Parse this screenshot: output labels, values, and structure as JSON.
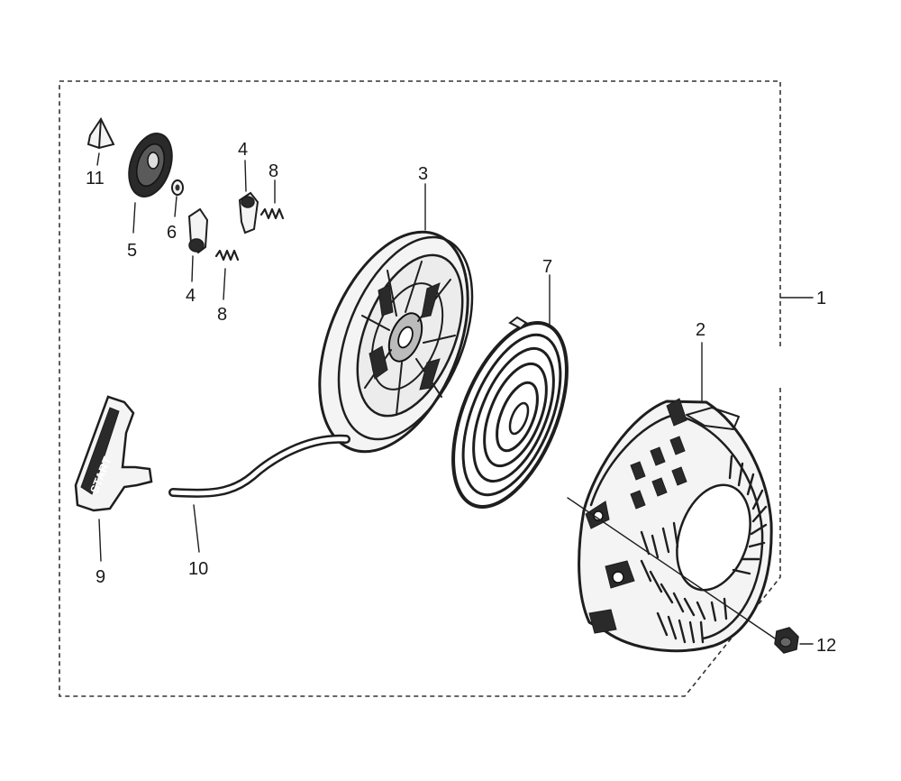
{
  "diagram": {
    "callouts": {
      "c1": "1",
      "c2": "2",
      "c3": "3",
      "c4a": "4",
      "c4b": "4",
      "c5": "5",
      "c6": "6",
      "c7": "7",
      "c8a": "8",
      "c8b": "8",
      "c9": "9",
      "c10": "10",
      "c11": "11",
      "c12": "12"
    },
    "grip_text": "START",
    "colors": {
      "ink": "#1e1e1e",
      "background": "#ffffff"
    }
  }
}
